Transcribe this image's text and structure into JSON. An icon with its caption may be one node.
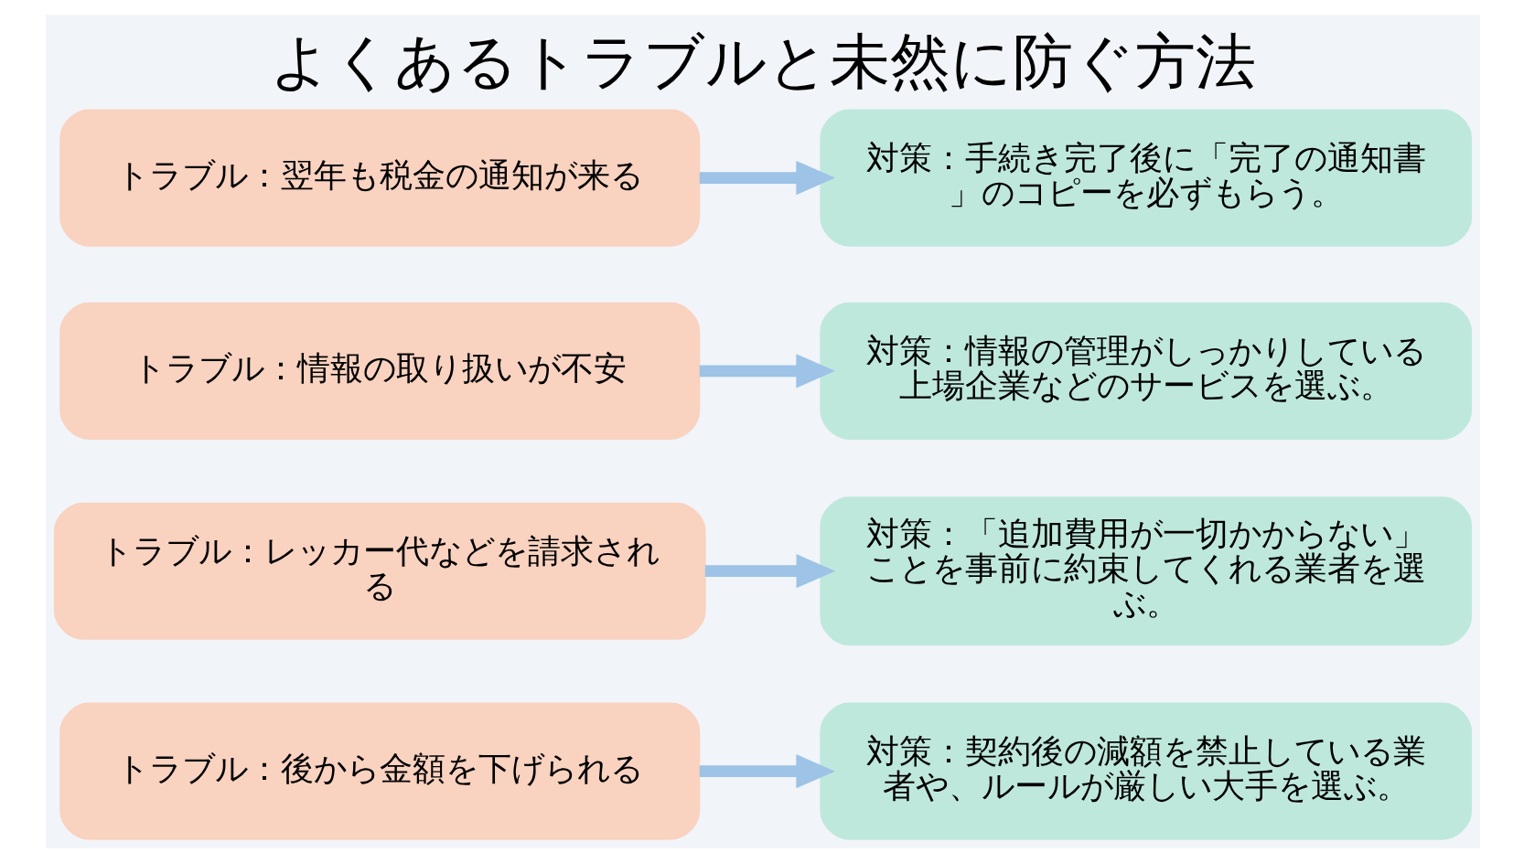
{
  "diagram": {
    "title": "よくあるトラブルと未然に防ぐ方法",
    "nodes": [
      {
        "text": [
          "トラブル：後から金額を下げられる"
        ]
      },
      {
        "text": [
          "対策：契約後の減額を禁止している業者や、ルールが厳しい大手を選ぶ。"
        ]
      },
      {
        "text": [
          "トラブル：レッカー代などを請求される"
        ]
      },
      {
        "text": [
          "対策：「追加費用が一切かからない」ことを事前に約束してくれる業者を選ぶ。"
        ]
      },
      {
        "text": [
          "トラブル：情報の取り扱いが不安"
        ]
      },
      {
        "text": [
          "対策：情報の管理がしっかりしている上場企業などのサービスを選ぶ。"
        ]
      },
      {
        "text": [
          "トラブル：翌年も税金の通知が来る"
        ]
      },
      {
        "text": [
          "対策：手続き完了後に「完了の通知書」のコピーを必ずもらう。"
        ]
      }
    ],
    "edges": [
      {
        "from": 0,
        "to": 1,
        "arrow": "to"
      },
      {
        "from": 2,
        "to": 3,
        "arrow": "to"
      },
      {
        "from": 4,
        "to": 5,
        "arrow": "to"
      },
      {
        "from": 6,
        "to": 7,
        "arrow": "to"
      }
    ]
  }
}
